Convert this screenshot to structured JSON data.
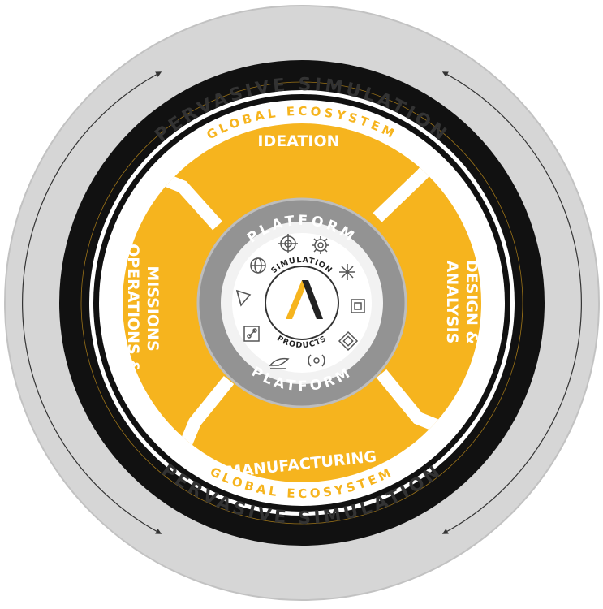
{
  "outer_ring": {
    "label": "PERVASIVE SIMULATION"
  },
  "black_ring": {
    "label": "GLOBAL ECOSYSTEM"
  },
  "segments": [
    {
      "label": "IDEATION"
    },
    {
      "label_line1": "DESIGN &",
      "label_line2": "ANALYSIS"
    },
    {
      "label": "MANUFACTURING"
    },
    {
      "label_line1": "MISSIONS",
      "label_line2": "OPERATIONS &"
    }
  ],
  "platform_ring": {
    "label": "PLATFORM"
  },
  "center": {
    "top_label": "SIMULATION",
    "bottom_label": "PRODUCTS"
  },
  "colors": {
    "outer_gray": "#d6d6d6",
    "black": "#111111",
    "gold": "#f6b41e",
    "gold_text": "#f6b41e",
    "platform_gray": "#939393",
    "white": "#ffffff",
    "dark_text": "#333333"
  },
  "icons": [
    "globe-icon",
    "network-globe-icon",
    "gear-icon",
    "starburst-icon",
    "chip-icon",
    "diamond-chip-icon",
    "signal-icon",
    "hand-icon",
    "node-graph-icon",
    "cube-icon"
  ]
}
